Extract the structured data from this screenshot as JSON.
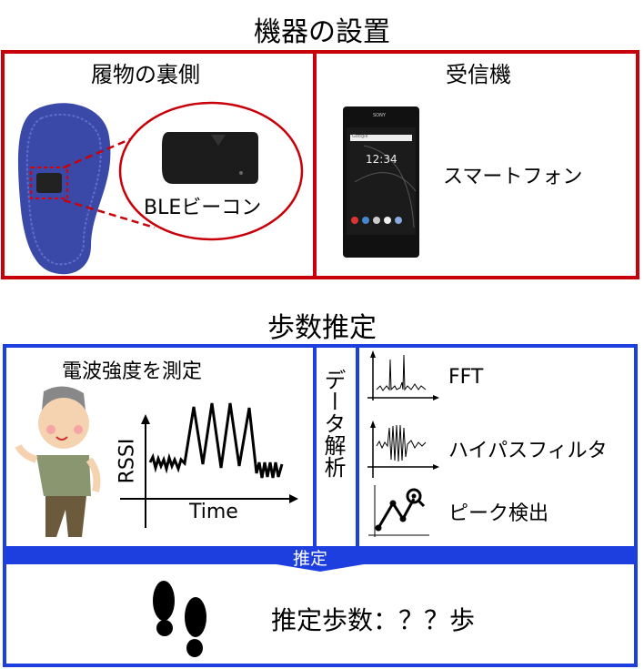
{
  "colors": {
    "red": "#c8000a",
    "blue": "#1d3fe0",
    "sole": "#3a48a8"
  },
  "setup": {
    "title": "機器の設置",
    "left": {
      "title": "履物の裏側",
      "beacon_label": "BLEビーコン"
    },
    "right": {
      "title": "受信機",
      "device_label": "スマートフォン",
      "phone_brand": "SONY",
      "phone_time": "12:34",
      "phone_search": "Google"
    }
  },
  "estimation": {
    "title": "歩数推定",
    "measure": {
      "title": "電波強度を測定",
      "ylabel": "RSSI",
      "xlabel": "Time"
    },
    "analysis": {
      "label": "データ解析",
      "steps": [
        "FFT",
        "ハイパスフィルタ",
        "ピーク検出"
      ]
    },
    "band_label": "推定",
    "result": "推定歩数：？？歩"
  }
}
